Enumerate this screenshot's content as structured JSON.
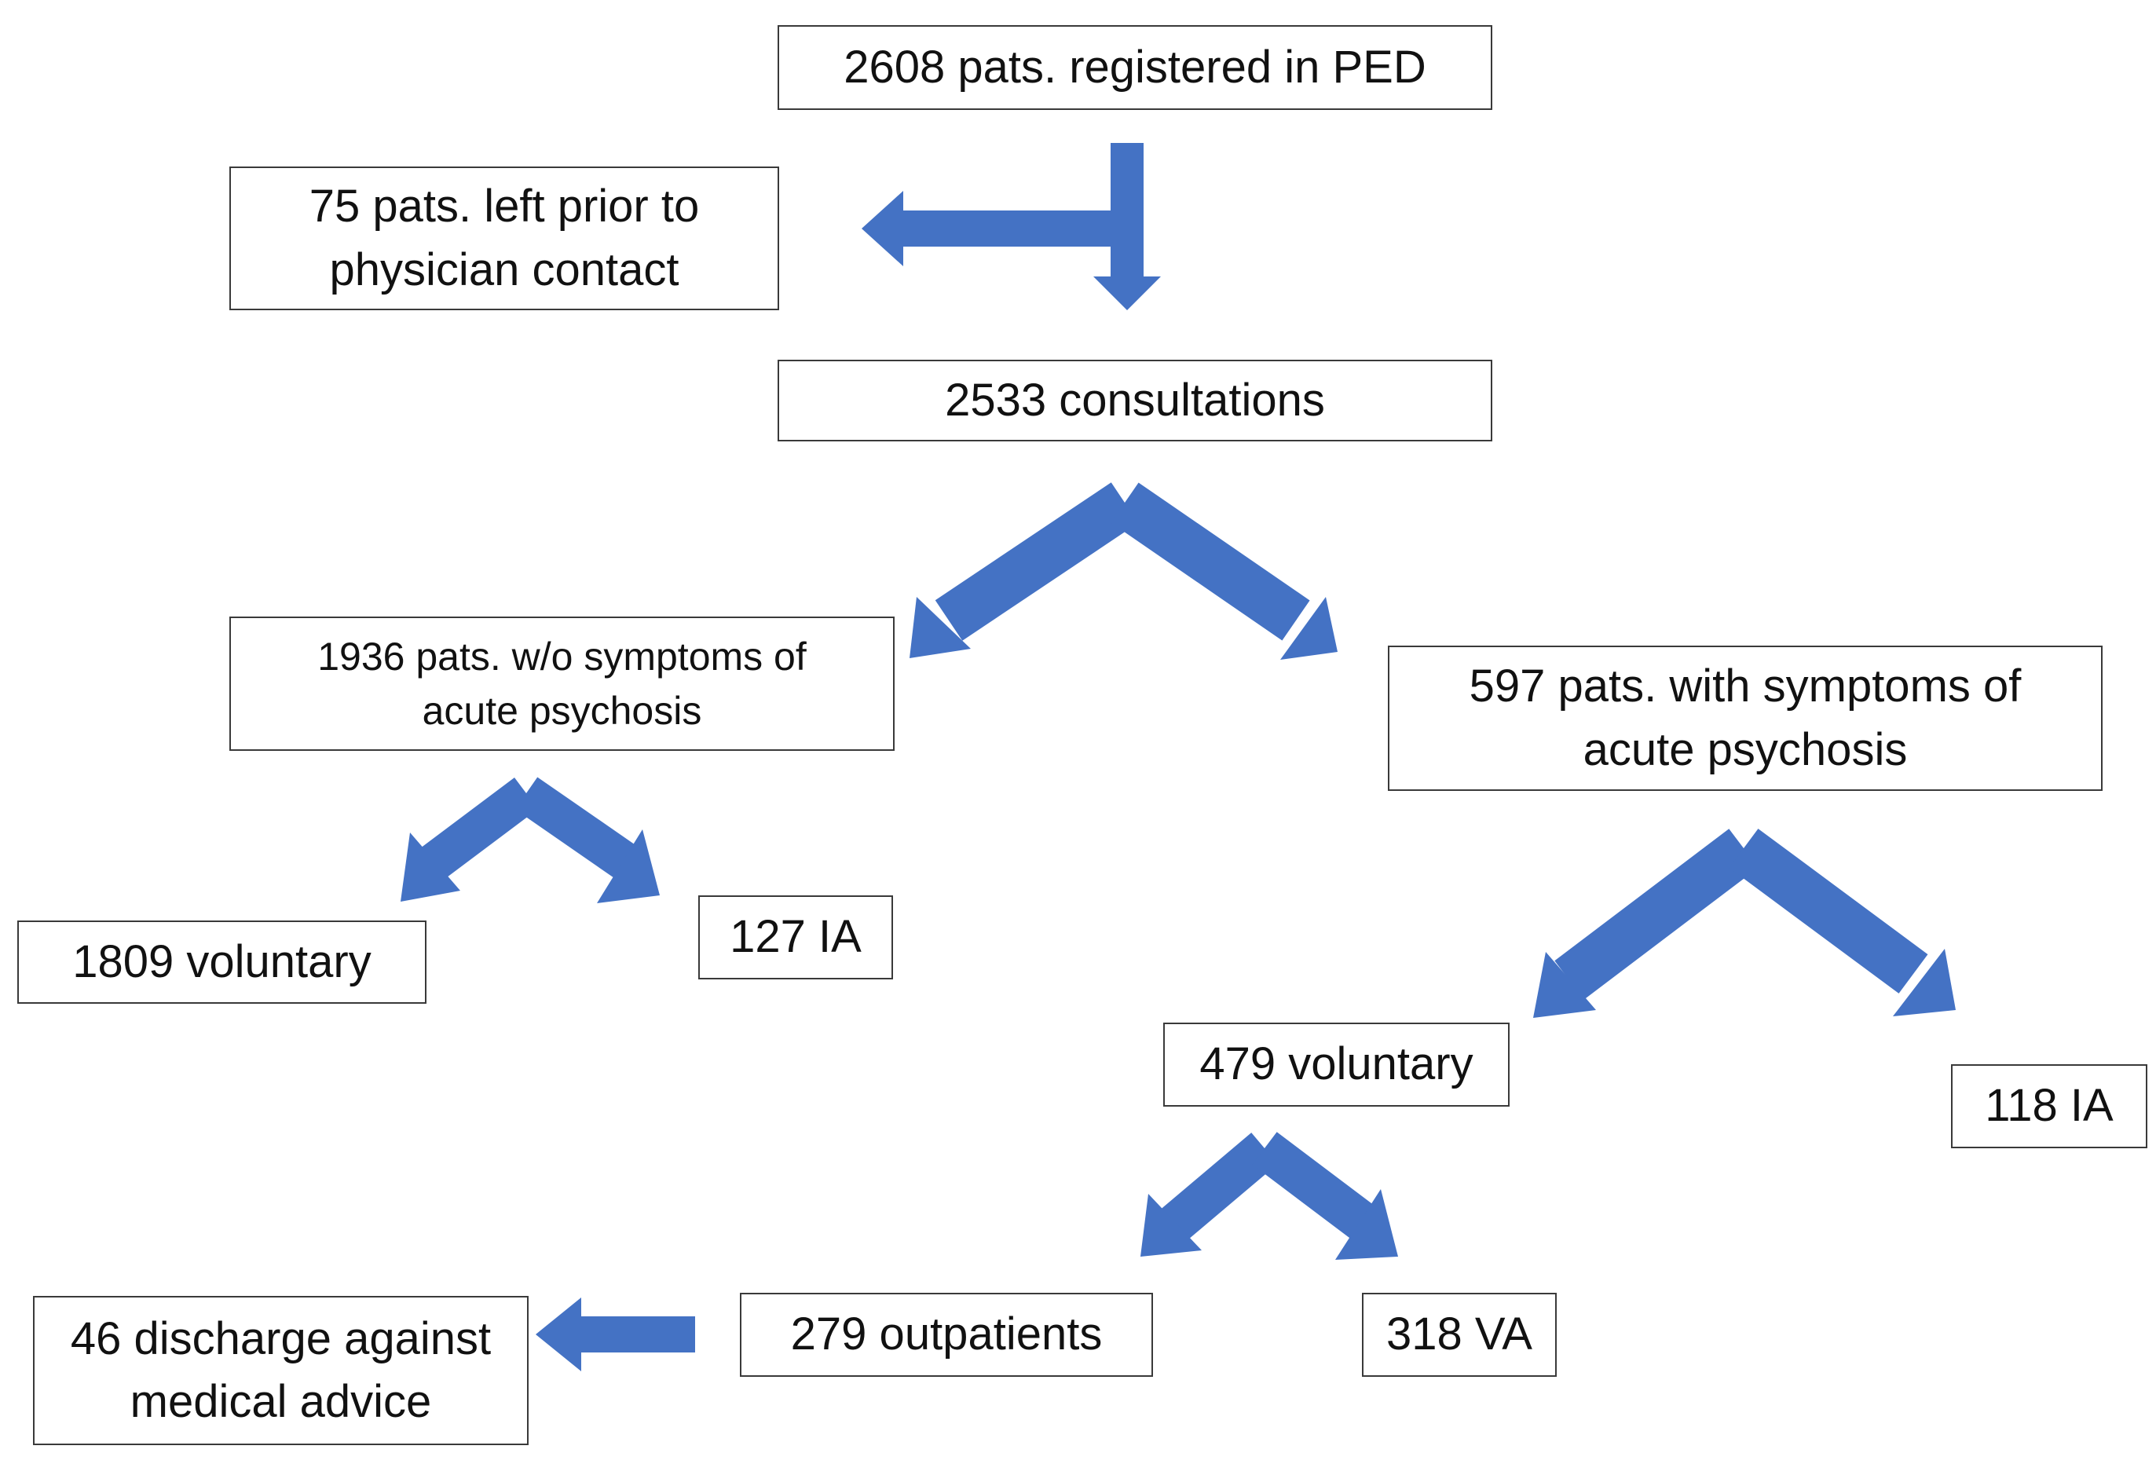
{
  "colors": {
    "arrow": "#4472C4",
    "box_border": "#3a3a3a",
    "text": "#111111",
    "background": "#ffffff"
  },
  "nodes": {
    "registered": "2608 pats. registered in PED",
    "left_prior": [
      "75 pats. left prior to",
      "physician contact"
    ],
    "consultations": "2533 consultations",
    "without_symptoms": [
      "1936 pats. w/o symptoms of",
      "acute psychosis"
    ],
    "with_symptoms": [
      "597 pats. with symptoms of",
      "acute psychosis"
    ],
    "voluntary_1809": "1809 voluntary",
    "ia_127": "127 IA",
    "voluntary_479": "479 voluntary",
    "ia_118": "118 IA",
    "discharge_46": [
      "46 discharge against",
      "medical advice"
    ],
    "outpatients_279": "279 outpatients",
    "va_318": "318 VA"
  }
}
